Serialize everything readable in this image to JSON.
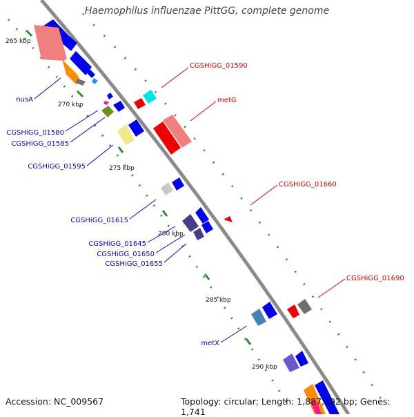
{
  "title": "Haemophilus influenzae PittGG, complete genome",
  "footer": {
    "accession": "Accession: NC_009567",
    "summary": "Topology: circular; Length: 1,887,192 bp; Genes: 1,741"
  },
  "colors": {
    "backbone": "#8a8a8a",
    "tick": "#2e8b2e",
    "label_forward": "#0000cc",
    "label_reverse": "#dd0000",
    "blue": "#0000ee",
    "salmon": "#f08080",
    "red": "#ee0000",
    "orange": "#ff8c00",
    "cyan": "#00e5e5",
    "olive": "#6b8e23",
    "khaki": "#f0e68c",
    "silver": "#c8c8c8",
    "purple": "#483d8b",
    "steel": "#4682b4",
    "gray": "#6e6e6e",
    "magenta": "#ff1493",
    "skyblue": "#1e90ff"
  },
  "ticks": [
    "265 kbp",
    "270 kbp",
    "275 kbp",
    "280 kbp",
    "285 kbp",
    "290 kbp"
  ],
  "gene_labels": {
    "nusA": "nusA",
    "g1580": "CGSHiGG_01580",
    "g1585": "CGSHiGG_01585",
    "g1595": "CGSHiGG_01595",
    "g1615": "CGSHiGG_01615",
    "g1645": "CGSHiGG_01645",
    "g1650": "CGSHiGG_01650",
    "g1655": "CGSHiGG_01655",
    "metX": "metX",
    "g1590": "CGSHiGG_01590",
    "metG": "metG",
    "g1660": "CGSHiGG_01660",
    "g1690": "CGSHiGG_01690"
  }
}
